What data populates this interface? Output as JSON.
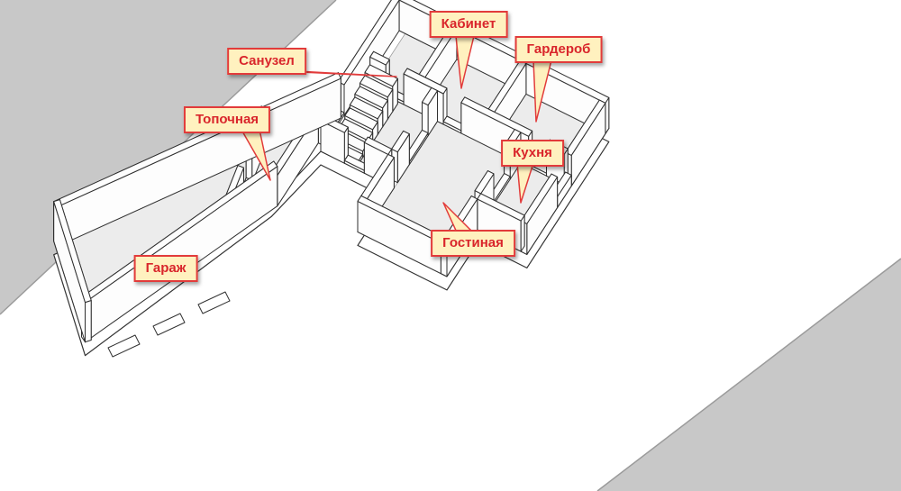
{
  "scene": {
    "background": "#c8c8c8",
    "ground": "#ffffff",
    "ground_edge": "#9b9b9b",
    "wall_fill": "#fdfdfd",
    "wall_stroke": "#2f2f2f",
    "floor_fill": "#ececec",
    "floor_stroke": "#9a9a9a",
    "slab_fill": "#ffffff",
    "slab_stroke": "#333333"
  },
  "callout_style": {
    "bg": "#fff1bf",
    "border": "#e23b3b",
    "text_color": "#d9252b"
  },
  "labels": [
    {
      "id": "study",
      "text": "Кабинет"
    },
    {
      "id": "wardrobe",
      "text": "Гардероб"
    },
    {
      "id": "bathroom",
      "text": "Санузел"
    },
    {
      "id": "boiler-room",
      "text": "Топочная"
    },
    {
      "id": "kitchen",
      "text": "Кухня"
    },
    {
      "id": "living-room",
      "text": "Гостиная"
    },
    {
      "id": "garage",
      "text": "Гараж"
    }
  ]
}
